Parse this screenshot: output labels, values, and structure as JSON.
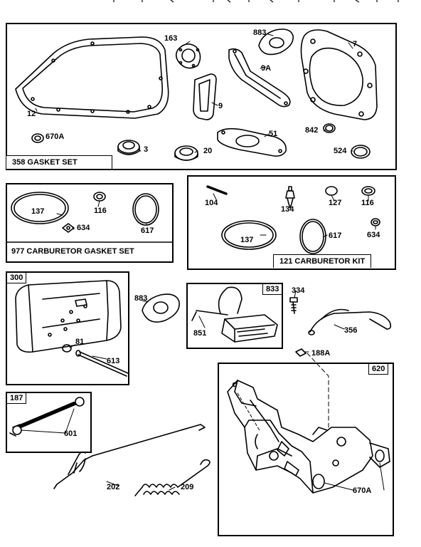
{
  "kits": {
    "gasket_set": "358 GASKET SET",
    "carb_gasket_set": "977 CARBURETOR GASKET SET",
    "carb_kit": "121 CARBURETOR KIT"
  },
  "box_tags": {
    "muffler": "300",
    "ignition": "833",
    "tube": "187",
    "bracket": "620"
  },
  "parts": {
    "p163": "163",
    "p883a": "883",
    "p7": "7",
    "p9a": "9A",
    "p9": "9",
    "p12": "12",
    "p670a_top": "670A",
    "p3": "3",
    "p20": "20",
    "p51": "51",
    "p842": "842",
    "p524": "524",
    "p137a": "137",
    "p116a": "116",
    "p617a": "617",
    "p634a": "634",
    "p104": "104",
    "p134": "134",
    "p127": "127",
    "p116b": "116",
    "p137b": "137",
    "p617b": "617",
    "p634b": "634",
    "p883b": "883",
    "p81": "81",
    "p613": "613",
    "p334": "334",
    "p851": "851",
    "p356": "356",
    "p188a": "188A",
    "p601": "601",
    "p202": "202",
    "p209": "209",
    "p670a_bot": "670A"
  }
}
